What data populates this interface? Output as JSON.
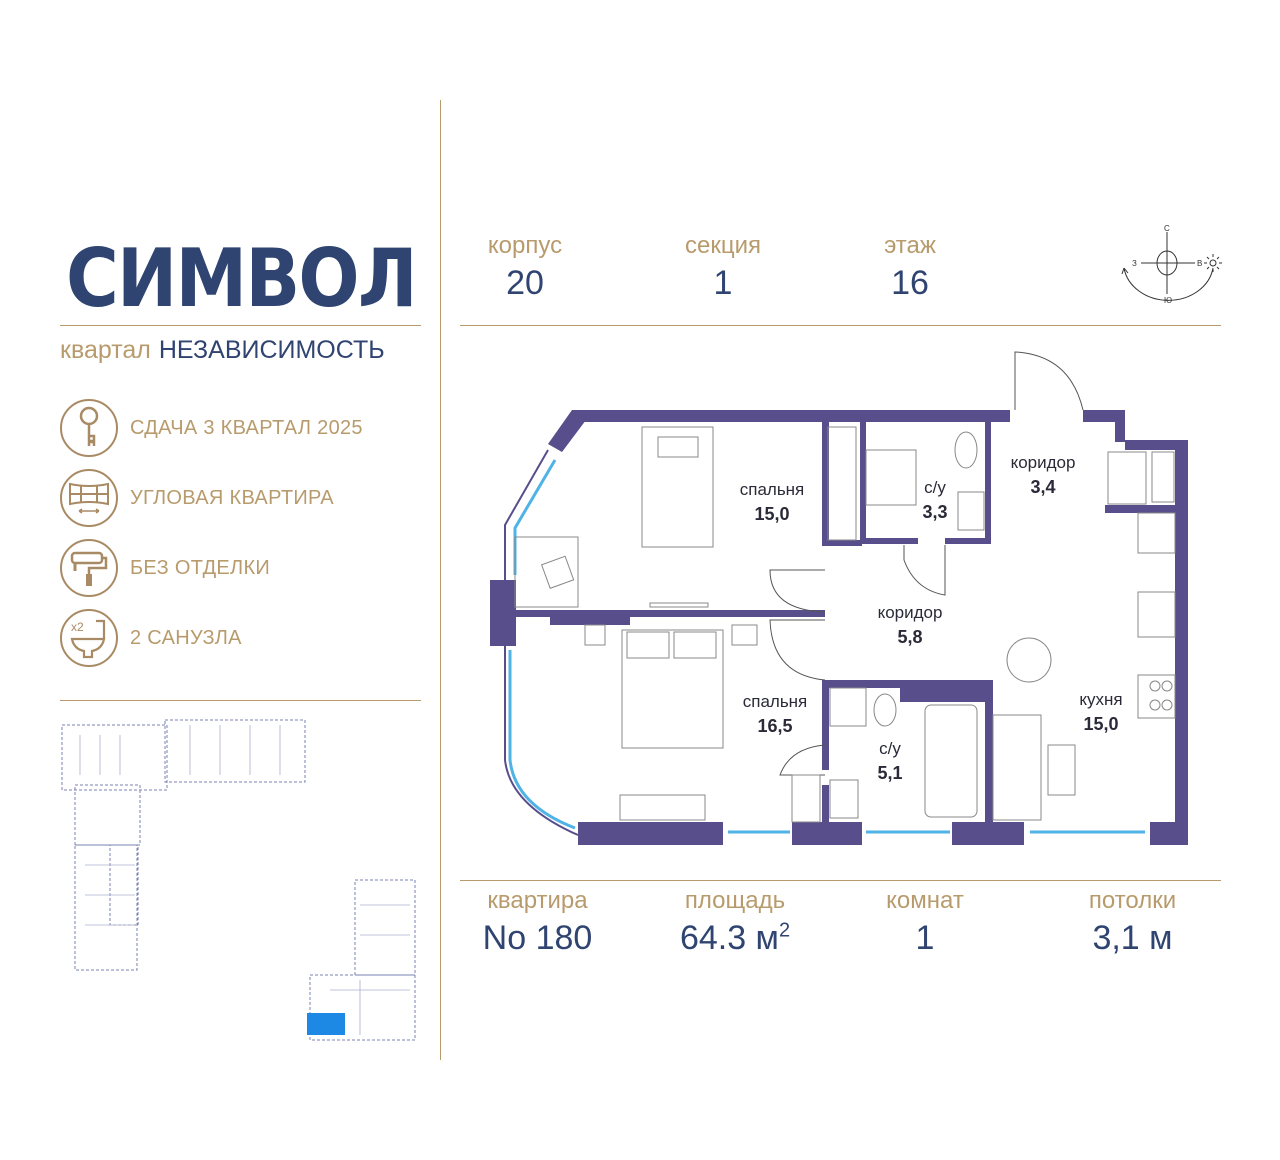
{
  "brand": {
    "logo": "СИМВОЛ",
    "district_prefix": "квартал",
    "district_name": "НЕЗАВИСИМОСТЬ"
  },
  "features": [
    {
      "icon": "key-icon",
      "label": "СДАЧА 3 КВАРТАЛ 2025"
    },
    {
      "icon": "corner-window-icon",
      "label": "УГЛОВАЯ КВАРТИРА"
    },
    {
      "icon": "paint-roller-icon",
      "label": "БЕЗ ОТДЕЛКИ"
    },
    {
      "icon": "toilet-x2-icon",
      "label": "2 САНУЗЛА",
      "badge": "x2"
    }
  ],
  "header": {
    "building": {
      "label": "корпус",
      "value": "20"
    },
    "section": {
      "label": "секция",
      "value": "1"
    },
    "floor": {
      "label": "этаж",
      "value": "16"
    }
  },
  "compass": {
    "n": "С",
    "s": "Ю",
    "w": "З",
    "e": "В"
  },
  "rooms": [
    {
      "name": "спальня",
      "area": "15,0"
    },
    {
      "name": "с/у",
      "area": "3,3"
    },
    {
      "name": "коридор",
      "area": "3,4"
    },
    {
      "name": "коридор",
      "area": "5,8"
    },
    {
      "name": "спальня",
      "area": "16,5"
    },
    {
      "name": "с/у",
      "area": "5,1"
    },
    {
      "name": "кухня",
      "area": "15,0"
    }
  ],
  "footer": {
    "apartment": {
      "label": "квартира",
      "value": "No 180"
    },
    "area": {
      "label": "площадь",
      "value": "64.3 м",
      "unit_sup": "2"
    },
    "rooms": {
      "label": "комнат",
      "value": "1"
    },
    "ceilings": {
      "label": "потолки",
      "value": "3,1 м"
    }
  },
  "colors": {
    "navy": "#2f4470",
    "gold": "#b89b6c",
    "wall": "#584e8c",
    "window": "#4fb3e6",
    "highlight": "#1e88e5"
  }
}
